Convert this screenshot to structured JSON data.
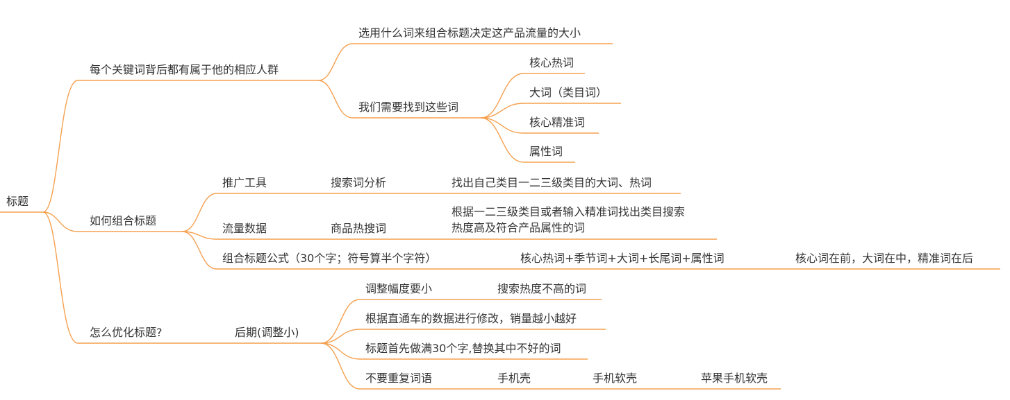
{
  "root": "标题",
  "branches": {
    "b1": {
      "label": "每个关键词背后都有属于他的相应人群",
      "c1": "选用什么词来组合标题决定这产品流量的大小",
      "c2": {
        "label": "我们需要找到这些词",
        "items": [
          "核心热词",
          "大词（类目词）",
          "核心精准词",
          "属性词"
        ]
      }
    },
    "b2": {
      "label": "如何组合标题",
      "r1": [
        "推广工具",
        "搜索词分析",
        "找出自己类目一二三级类目的大词、热词"
      ],
      "r2": [
        "流量数据",
        "商品热搜词",
        "根据一二三级类目或者输入精准词找出类目搜索",
        "热度高及符合产品属性的词"
      ],
      "r3": [
        "组合标题公式（30个字；符号算半个字符）",
        "核心热词+季节词+大词+长尾词+属性词",
        "核心词在前，大词在中，精准词在后"
      ]
    },
    "b3": {
      "label": "怎么优化标题?",
      "mid": "后期(调整小)",
      "r1": [
        "调整幅度要小",
        "搜索热度不高的词"
      ],
      "r2": "根据直通车的数据进行修改，销量越小越好",
      "r3": "标题首先做满30个字,替换其中不好的词",
      "r4": [
        "不要重复词语",
        "手机壳",
        "手机软壳",
        "苹果手机软壳"
      ]
    }
  }
}
